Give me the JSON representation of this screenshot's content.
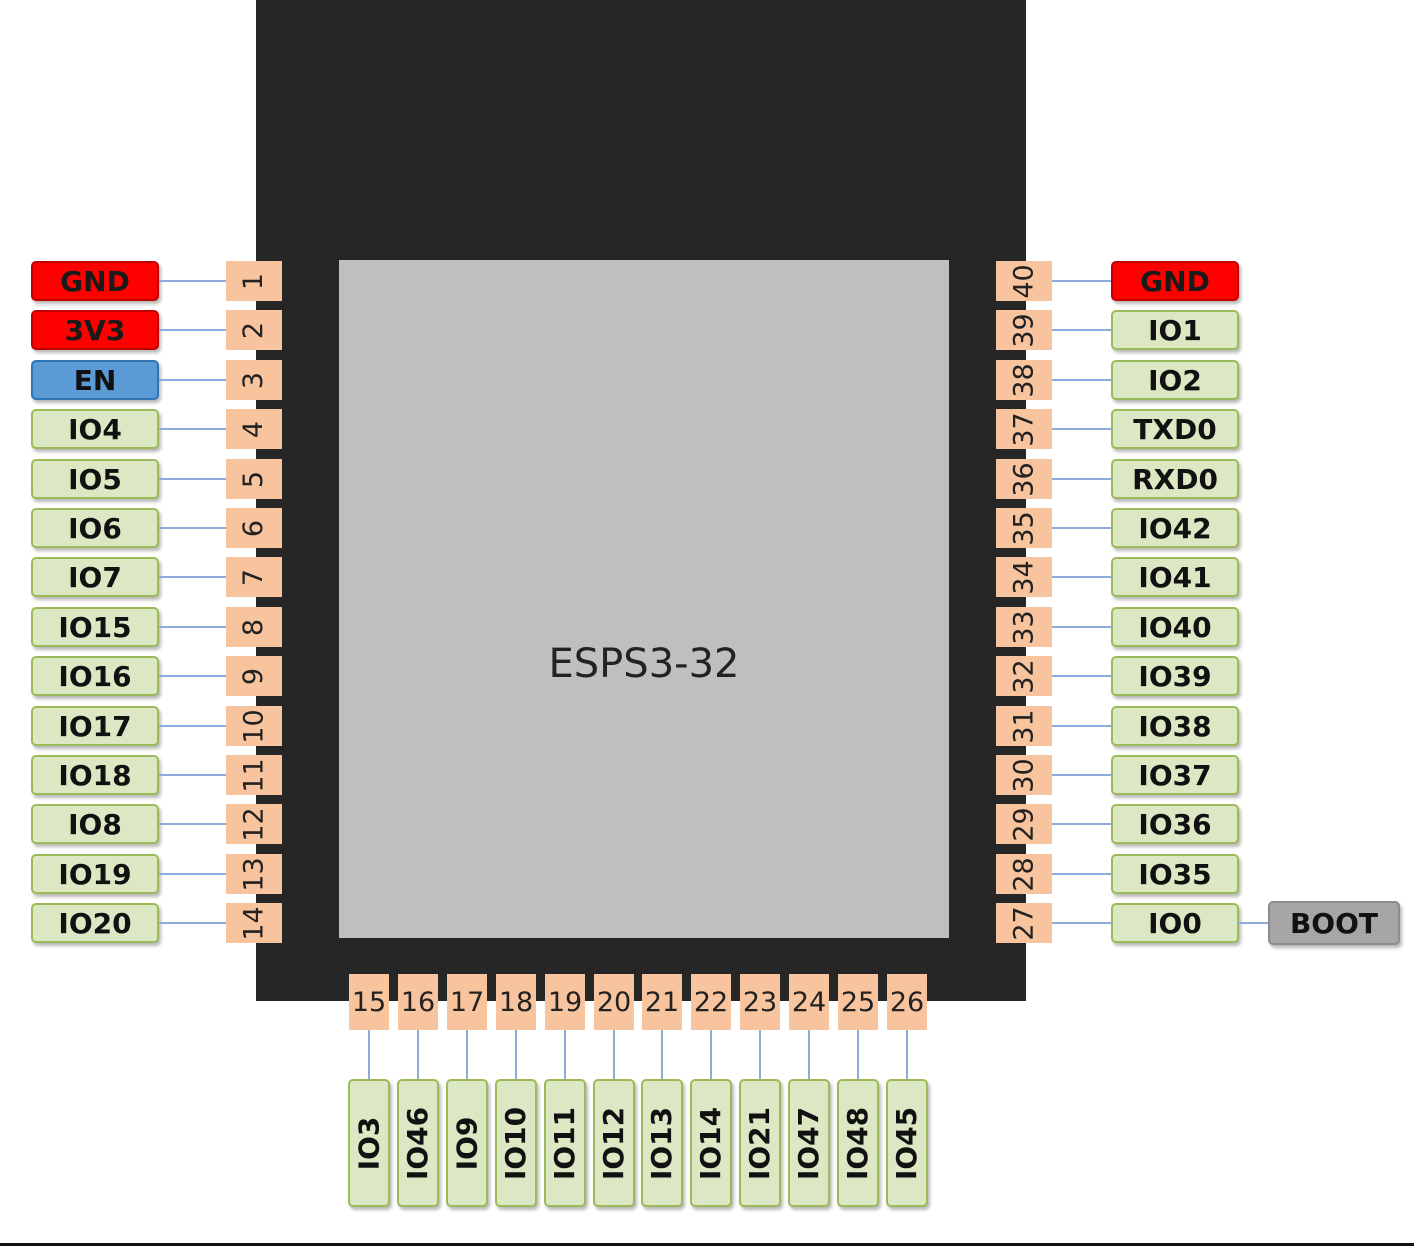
{
  "module": {
    "name": "ESPS3-32"
  },
  "colors": {
    "module_body": "#262626",
    "shield": "#bfbfbf",
    "pad": "#f8c49e",
    "wire": "#8eaadb",
    "gpio_fill": "#dce8c4",
    "power_fill": "#ff0000",
    "enable_fill": "#5b9bd5",
    "boot_fill": "#a6a6a6"
  },
  "pins": {
    "left": [
      {
        "number": "1",
        "label": "GND",
        "kind": "power"
      },
      {
        "number": "2",
        "label": "3V3",
        "kind": "power"
      },
      {
        "number": "3",
        "label": "EN",
        "kind": "enable"
      },
      {
        "number": "4",
        "label": "IO4",
        "kind": "gpio"
      },
      {
        "number": "5",
        "label": "IO5",
        "kind": "gpio"
      },
      {
        "number": "6",
        "label": "IO6",
        "kind": "gpio"
      },
      {
        "number": "7",
        "label": "IO7",
        "kind": "gpio"
      },
      {
        "number": "8",
        "label": "IO15",
        "kind": "gpio"
      },
      {
        "number": "9",
        "label": "IO16",
        "kind": "gpio"
      },
      {
        "number": "10",
        "label": "IO17",
        "kind": "gpio"
      },
      {
        "number": "11",
        "label": "IO18",
        "kind": "gpio"
      },
      {
        "number": "12",
        "label": "IO8",
        "kind": "gpio"
      },
      {
        "number": "13",
        "label": "IO19",
        "kind": "gpio"
      },
      {
        "number": "14",
        "label": "IO20",
        "kind": "gpio"
      }
    ],
    "bottom": [
      {
        "number": "15",
        "label": "IO3",
        "kind": "gpio"
      },
      {
        "number": "16",
        "label": "IO46",
        "kind": "gpio"
      },
      {
        "number": "17",
        "label": "IO9",
        "kind": "gpio"
      },
      {
        "number": "18",
        "label": "IO10",
        "kind": "gpio"
      },
      {
        "number": "19",
        "label": "IO11",
        "kind": "gpio"
      },
      {
        "number": "20",
        "label": "IO12",
        "kind": "gpio"
      },
      {
        "number": "21",
        "label": "IO13",
        "kind": "gpio"
      },
      {
        "number": "22",
        "label": "IO14",
        "kind": "gpio"
      },
      {
        "number": "23",
        "label": "IO21",
        "kind": "gpio"
      },
      {
        "number": "24",
        "label": "IO47",
        "kind": "gpio"
      },
      {
        "number": "25",
        "label": "IO48",
        "kind": "gpio"
      },
      {
        "number": "26",
        "label": "IO45",
        "kind": "gpio"
      }
    ],
    "right": [
      {
        "number": "40",
        "label": "GND",
        "kind": "power"
      },
      {
        "number": "39",
        "label": "IO1",
        "kind": "gpio"
      },
      {
        "number": "38",
        "label": "IO2",
        "kind": "gpio"
      },
      {
        "number": "37",
        "label": "TXD0",
        "kind": "gpio"
      },
      {
        "number": "36",
        "label": "RXD0",
        "kind": "gpio"
      },
      {
        "number": "35",
        "label": "IO42",
        "kind": "gpio"
      },
      {
        "number": "34",
        "label": "IO41",
        "kind": "gpio"
      },
      {
        "number": "33",
        "label": "IO40",
        "kind": "gpio"
      },
      {
        "number": "32",
        "label": "IO39",
        "kind": "gpio"
      },
      {
        "number": "31",
        "label": "IO38",
        "kind": "gpio"
      },
      {
        "number": "30",
        "label": "IO37",
        "kind": "gpio"
      },
      {
        "number": "29",
        "label": "IO36",
        "kind": "gpio"
      },
      {
        "number": "28",
        "label": "IO35",
        "kind": "gpio"
      },
      {
        "number": "27",
        "label": "IO0",
        "kind": "gpio"
      }
    ]
  },
  "boot_button": {
    "label": "BOOT"
  }
}
